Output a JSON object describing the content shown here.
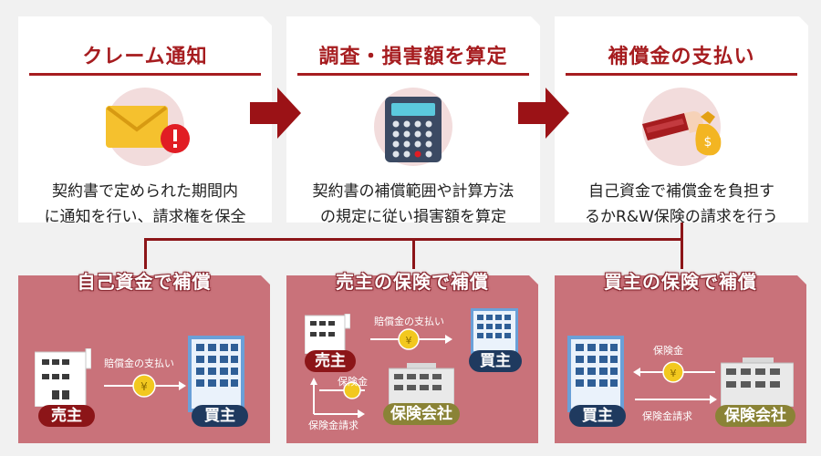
{
  "steps": [
    {
      "title": "クレーム通知",
      "desc_line1": "契約書で定められた期間内",
      "desc_line2": "に通知を行い、請求権を保全",
      "icon": "envelope-alert-icon"
    },
    {
      "title": "調査・損害額を算定",
      "desc_line1": "契約書の補償範囲や計算方法",
      "desc_line2": "の規定に従い損害額を算定",
      "icon": "calculator-icon"
    },
    {
      "title": "補償金の支払い",
      "desc_line1": "自己資金で補償金を負担す",
      "desc_line2": "るかR&W保険の請求を行う",
      "icon": "payment-icon"
    }
  ],
  "panels": [
    {
      "title": "自己資金で補償",
      "seller": "売主",
      "buyer": "買主",
      "payment": "賠償金の支払い"
    },
    {
      "title": "売主の保険で補償",
      "seller": "売主",
      "buyer": "買主",
      "insurer": "保険会社",
      "payment": "賠償金の支払い",
      "insurance_money": "保険金",
      "claim": "保険金請求"
    },
    {
      "title": "買主の保険で補償",
      "buyer": "買主",
      "insurer": "保険会社",
      "insurance_money": "保険金",
      "claim": "保険金請求"
    }
  ],
  "colors": {
    "accent": "#a61c1f",
    "panel": "#c9727a",
    "seller": "#8c1518",
    "buyer": "#1f3a5f",
    "insurer": "#8a8336",
    "coin": "#f2c81f"
  }
}
